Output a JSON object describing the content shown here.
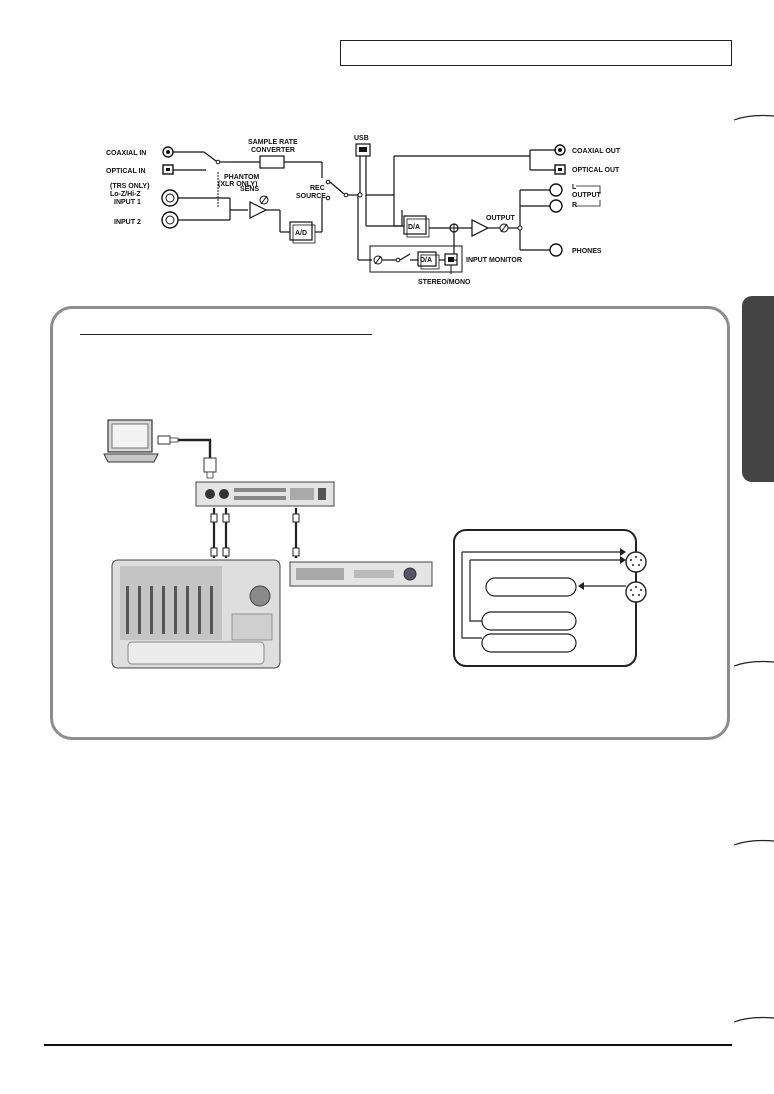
{
  "block_diagram": {
    "labels": {
      "coaxial_in": "COAXIAL IN",
      "optical_in": "OPTICAL IN",
      "trs_only": "(TRS ONLY)",
      "lo_hi_z": "Lo-Z/Hi-Z",
      "phantom": "PHANTOM",
      "xlr_only": "(XLR ONLY)",
      "input_1": "INPUT 1",
      "input_2": "INPUT 2",
      "sample_rate": "SAMPLE RATE",
      "converter": "CONVERTER",
      "sens": "SENS",
      "rec": "REC",
      "source": "SOURCE",
      "ad": "A/D",
      "usb": "USB",
      "da_main": "D/A",
      "da_monitor": "D/A",
      "output_knob": "OUTPUT",
      "input_monitor": "INPUT MONITOR",
      "stereo_mono": "STEREO/MONO",
      "coaxial_out": "COAXIAL OUT",
      "optical_out": "OPTICAL OUT",
      "out_l": "L",
      "out_output": "OUTPUT",
      "out_r": "R",
      "phones": "PHONES"
    }
  },
  "connection_example": {
    "devices": [
      "laptop-computer",
      "usb-audio-interface",
      "mixer-recorder",
      "sound-module"
    ],
    "midi_routing_boxes": 3
  },
  "icons": [
    "usb-plug-icon",
    "midi-jack-icon",
    "xlr-jack-icon",
    "optical-jack-icon",
    "knob-icon"
  ],
  "colors": {
    "panel_border": "#8c8c8c",
    "side_tab": "#444444",
    "line": "#111111"
  }
}
